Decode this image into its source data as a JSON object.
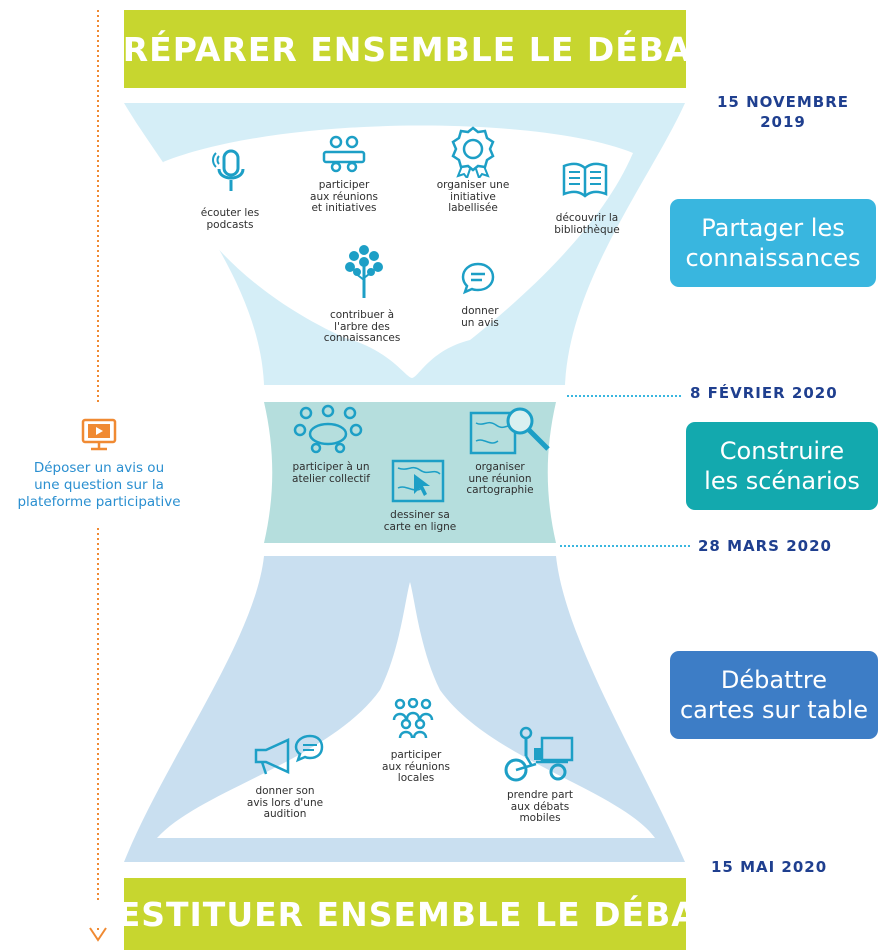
{
  "banners": {
    "top": "PRÉPARER ENSEMBLE LE DÉBAT",
    "bottom": "RESTITUER ENSEMBLE LE DÉBAT"
  },
  "dates": {
    "d1": "15 NOVEMBRE",
    "d1_year": "2019",
    "d2": "8 FÉVRIER 2020",
    "d3": "28 MARS 2020",
    "d4": "15 MAI 2020"
  },
  "phases": {
    "partager": [
      "Partager les",
      "connaissances"
    ],
    "construire": [
      "Construire",
      "les scénarios"
    ],
    "debattre": [
      "Débattre",
      "cartes sur table"
    ]
  },
  "side": {
    "lines": [
      "Déposer un avis ou",
      "une question sur la",
      "plateforme participative"
    ]
  },
  "activities": {
    "podcasts": [
      "écouter les",
      "podcasts"
    ],
    "reunions": [
      "participer",
      "aux réunions",
      "et initiatives"
    ],
    "initiative": [
      "organiser une",
      "initiative",
      "labellisée"
    ],
    "bibliotheque": [
      "découvrir la",
      "bibliothèque"
    ],
    "arbre": [
      "contribuer à",
      "l'arbre des",
      "connaissances"
    ],
    "avis": [
      "donner",
      "un avis"
    ],
    "atelier": [
      "participer à un",
      "atelier collectif"
    ],
    "carte": [
      "dessiner sa",
      "carte en ligne"
    ],
    "cartographie": [
      "organiser",
      "une réunion",
      "cartographie"
    ],
    "audition": [
      "donner son",
      "avis lors d'une",
      "audition"
    ],
    "locales": [
      "participer",
      "aux réunions",
      "locales"
    ],
    "mobiles": [
      "prendre part",
      "aux débats",
      "mobiles"
    ]
  },
  "colors": {
    "banner": "#c7d62f",
    "date_text": "#1f3f8f",
    "top_section": "#d5eef7",
    "middle_section": "#b5dedd",
    "bottom_section": "#c9dff0",
    "phase_partager": "#39b6df",
    "phase_construire": "#13a9ae",
    "phase_debattre": "#3d7dc6",
    "icon": "#1d9fc6",
    "timeline": "#f08a33"
  }
}
